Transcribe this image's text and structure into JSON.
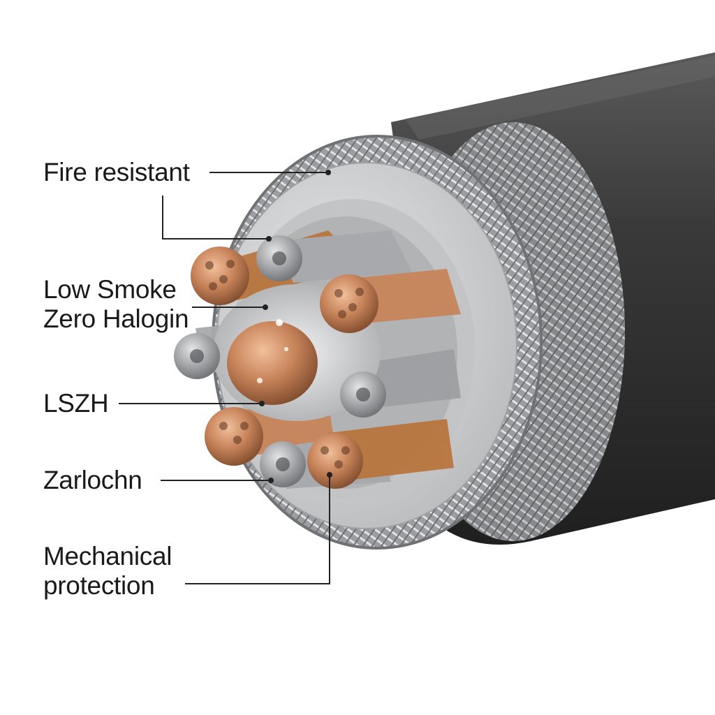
{
  "diagram": {
    "subject": "cable cross-section",
    "colors": {
      "background": "#ffffff",
      "sheath": "#3a3a3a",
      "braid": "#a9aaac",
      "bedding": "#cfd0d2",
      "inner_sheath": "#b6b7b9",
      "copper": "#c8845a",
      "steel": "#8d8f92",
      "leader": "#222222"
    }
  },
  "labels": {
    "fire_resistant": "Fire resistant",
    "lszh_line1": "Low Smoke",
    "lszh_line2": "Zero Halogin",
    "lszh": "LSZH",
    "zarlochn": "Zarlochn",
    "mechanical_line1": "Mechanical",
    "mechanical_line2": "protection"
  }
}
